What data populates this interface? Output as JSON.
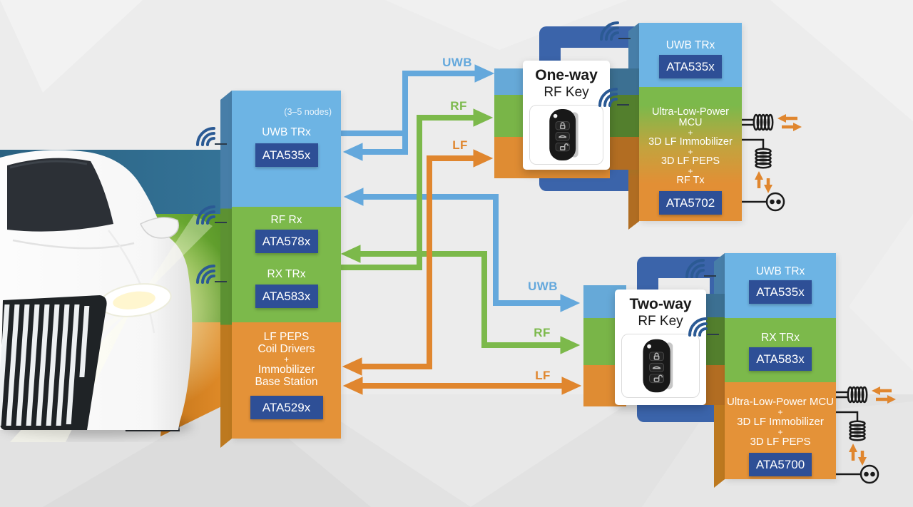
{
  "colors": {
    "uwb_blue": "#64a8dc",
    "rf_green": "#7cb94b",
    "lf_orange": "#e0862e",
    "block_blue": "#6db4e4",
    "block_green": "#7cb94b",
    "block_orange": "#e49238",
    "part_navy": "#2e4f96",
    "frame_navy": "#3b64aa",
    "teal_band": "#2f6c90",
    "wifi_navy": "#2b5a94",
    "bg": "#ececec"
  },
  "car_unit": {
    "nodes_note": "(3–5 nodes)",
    "uwb_row": {
      "label": "UWB TRx",
      "part": "ATA535x"
    },
    "rf_rows": [
      {
        "label": "RF Rx",
        "part": "ATA578x"
      },
      {
        "label": "RX TRx",
        "part": "ATA583x"
      }
    ],
    "lf_row": {
      "lines": [
        "LF PEPS",
        "Coil Drivers",
        "+",
        "Immobilizer",
        "Base Station"
      ],
      "part": "ATA529x"
    }
  },
  "links": {
    "one_way": [
      {
        "id": "uwb",
        "label": "UWB"
      },
      {
        "id": "rf",
        "label": "RF"
      },
      {
        "id": "lf",
        "label": "LF"
      }
    ],
    "two_way": [
      {
        "id": "uwb",
        "label": "UWB"
      },
      {
        "id": "rf",
        "label": "RF"
      },
      {
        "id": "lf",
        "label": "LF"
      }
    ]
  },
  "one_way_key": {
    "title_line1": "One-way",
    "title_line2": "RF Key"
  },
  "one_way_unit": {
    "uwb_row": {
      "label": "UWB TRx",
      "part": "ATA535x"
    },
    "mcu_row": {
      "lines": [
        "Ultra-Low-Power MCU",
        "+",
        "3D LF Immobilizer",
        "+",
        "3D LF PEPS",
        "+",
        "RF Tx"
      ],
      "part": "ATA5702"
    }
  },
  "two_way_key": {
    "title_line1": "Two-way",
    "title_line2": "RF Key"
  },
  "two_way_unit": {
    "uwb_row": {
      "label": "UWB TRx",
      "part": "ATA535x"
    },
    "rf_row": {
      "label": "RX TRx",
      "part": "ATA583x"
    },
    "mcu_row": {
      "lines": [
        "Ultra-Low-Power MCU",
        "+",
        "3D LF Immobilizer",
        "+",
        "3D LF PEPS"
      ],
      "part": "ATA5700"
    }
  }
}
